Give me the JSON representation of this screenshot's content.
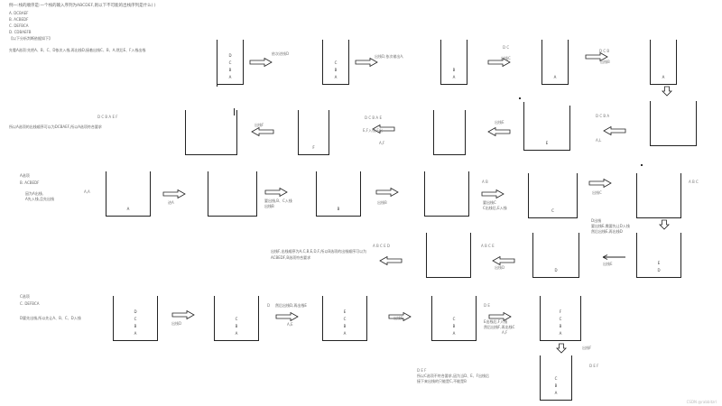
{
  "texts": {
    "q1": "例一:栈的顺序是:一个栈的输入序列为ABCDEF,则以下不可能的出栈序列是什么( )",
    "opt_a": "A. DCBAEF",
    "opt_b": "B. ACBEDF",
    "opt_c": "C. DEFBCA",
    "opt_d": "D. CDBAEFB",
    "opt_hint": "【以下分析判断依据如下】",
    "intro": "先看A选项:先把A、B、C、D依次入栈,再出栈D,接着出栈C、B、A,然后E、F入栈出栈",
    "row2_left": "所以A选项的出栈顺序可以为DCBAEF,所以A选项符合要求",
    "row3_a": "A选项",
    "row3_b": "B. ACBEDF",
    "row3_c": "因为A出栈,",
    "row3_d": "A先入栈,且先出栈",
    "row3_e": "要出栈,B、C入栈",
    "row3_f": "出栈B",
    "row3_g": "要出栈C",
    "row3_h": "C出栈后,E入栈",
    "row3_i": "D出栈",
    "row3_j": "要出栈E,需要先让D入栈",
    "row3_k": "然后出栈E,再出栈D",
    "row4_a": "出栈F,出栈顺序为A,C,B,E,D,F,所以B选项的出栈顺序可以为",
    "row4_b": "ACBEDF,B选项符合要求",
    "row5_a": "C选项",
    "row5_b": "C. DEFBCA",
    "row5_c": "D要先出栈,所以先让A、B、C、D入栈",
    "row5_d": "然后出栈D,再出栈E",
    "row5_e": "出栈D",
    "row5_f": "出栈E",
    "row5_g": "E出栈后,F入栈",
    "row5_h": "然后出栈F,再出栈C",
    "row6_a": "所以C选项不符合要求,因为当D、E、F出栈后",
    "row6_b": "接下来出栈的只能是C,不能是B",
    "wm": "CSDN @rabbitzrl"
  },
  "labels": {
    "inD": "依次进栈D",
    "outD1": "出栈D,依次输出A,",
    "outC": "出栈C",
    "outB": "出栈B",
    "dc_top": "D   C",
    "dcb_top": "D   C   B",
    "dcba_top": "D   C   B   A",
    "dcbae": "D   C   B   A   E",
    "dcbaef": "D   C   B   A   E   F",
    "outF": "出栈F",
    "outE": "出栈E",
    "pushA": "进A",
    "pushEF": "E,F入栈,E出",
    "af": "A,F",
    "al": "A,L",
    "ab": "A   B",
    "abc": "A   B   C",
    "abce": "A   B   C   E",
    "abced": "A   B   C   E   D",
    "aa": "A,A",
    "outB2": "出栈B",
    "outC2": "出栈C",
    "outE2": "出栈E",
    "pushF": "进F",
    "outD2": "出栈D",
    "de": "D   E",
    "def": "D   E   F",
    "ae": "A,E",
    "outF2": "出栈F",
    "d": "D",
    "cba": "C   B   A"
  },
  "stacks": {
    "s1": [
      "D",
      "C",
      "B",
      "A"
    ],
    "s2": [
      "C",
      "B",
      "A"
    ],
    "s3": [
      "B",
      "A"
    ],
    "s4": [
      "A"
    ],
    "s5": [],
    "s6": [
      "E"
    ],
    "s7": [],
    "s8": [
      "F"
    ],
    "s9": [],
    "s10": [
      "A"
    ],
    "s11": [],
    "s12": [
      "B"
    ],
    "s13": [],
    "s14": [
      "C"
    ],
    "s15": [
      "E",
      "D"
    ],
    "s16": [
      "D"
    ],
    "s17": [],
    "s18": [
      "D",
      "C",
      "B",
      "A"
    ],
    "s19": [
      "C",
      "B",
      "A"
    ],
    "s20": [
      "E",
      "C",
      "B",
      "A"
    ],
    "s21": [
      "C",
      "B",
      "A"
    ],
    "s22": [
      "F",
      "C",
      "B",
      "A"
    ],
    "s23": [
      "C",
      "B",
      "A"
    ]
  }
}
